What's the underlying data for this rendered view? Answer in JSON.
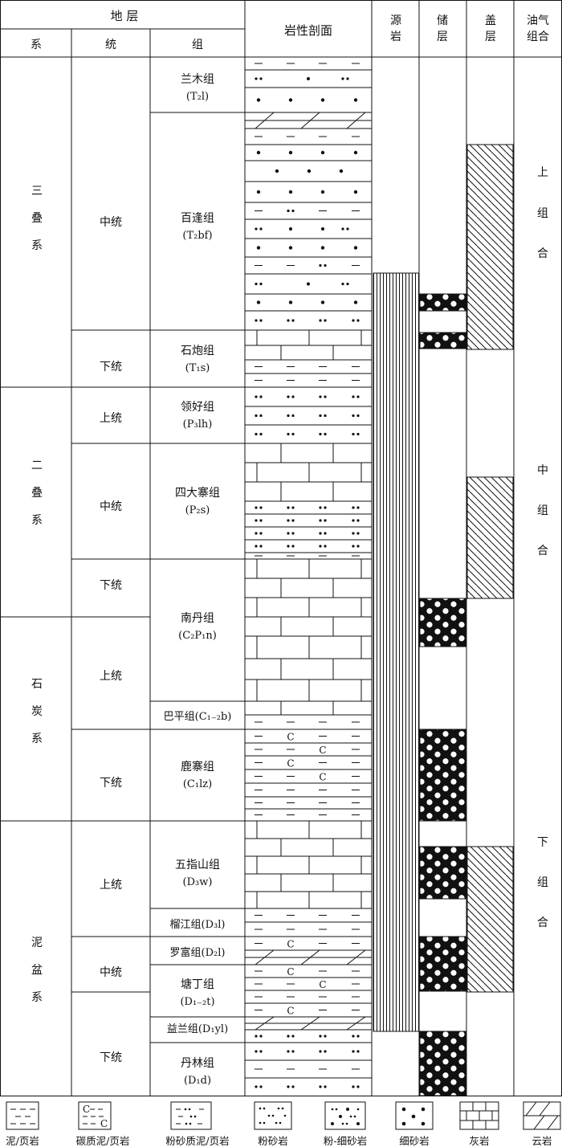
{
  "header": {
    "strata": "地 层",
    "system": "系",
    "series": "统",
    "formation": "组",
    "lithology": "岩性剖面",
    "source": [
      "源",
      "岩"
    ],
    "reservoir": [
      "储",
      "层"
    ],
    "cap": [
      "盖",
      "层"
    ],
    "combo": [
      "油气",
      "组合"
    ]
  },
  "systems": [
    {
      "chars": [
        "三",
        "叠",
        "系"
      ]
    },
    {
      "chars": [
        "二",
        "叠",
        "系"
      ]
    },
    {
      "chars": [
        "石",
        "炭",
        "系"
      ]
    },
    {
      "chars": [
        "泥",
        "盆",
        "系"
      ]
    }
  ],
  "series": [
    "中统",
    "下统",
    "上统",
    "中统",
    "下统",
    "上统",
    "下统",
    "上统",
    "中统",
    "下统"
  ],
  "formations": [
    {
      "name": "兰木组",
      "code": "(T₂l)"
    },
    {
      "name": "百逢组",
      "code": "(T₂bf)"
    },
    {
      "name": "石炮组",
      "code": "(T₁s)"
    },
    {
      "name": "领好组",
      "code": "(P₃lh)"
    },
    {
      "name": "四大寨组",
      "code": "(P₂s)"
    },
    {
      "name": "南丹组",
      "code": "(C₂P₁n)"
    },
    {
      "name": "巴平组(C₁₋₂b)",
      "code": ""
    },
    {
      "name": "鹿寨组",
      "code": "(C₁lz)"
    },
    {
      "name": "五指山组",
      "code": "(D₃w)"
    },
    {
      "name": "榴江组(D₃l)",
      "code": ""
    },
    {
      "name": "罗富组(D₂l)",
      "code": ""
    },
    {
      "name": "塘丁组",
      "code": "(D₁₋₂t)"
    },
    {
      "name": "益兰组(D₁yl)",
      "code": ""
    },
    {
      "name": "丹林组",
      "code": "(D₁d)"
    }
  ],
  "combos": [
    {
      "chars": [
        "上",
        "组",
        "合"
      ]
    },
    {
      "chars": [
        "中",
        "组",
        "合"
      ]
    },
    {
      "chars": [
        "下",
        "组",
        "合"
      ]
    }
  ],
  "lithology_symbols": {
    "carbon": "C"
  },
  "legend": [
    "泥/页岩",
    "碳质泥/页岩",
    "粉砂质泥/页岩",
    "粉砂岩",
    "粉-细砂岩",
    "细砂岩",
    "灰岩",
    "云岩"
  ]
}
